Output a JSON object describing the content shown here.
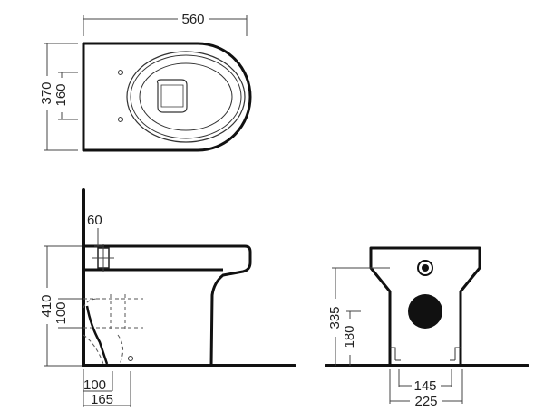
{
  "dimensions": {
    "top_width": "560",
    "top_depth": "370",
    "top_hole_spacing": "160",
    "side_top_thickness": "60",
    "side_height": "410",
    "side_outlet_height": "100",
    "side_outlet_from_wall": "100",
    "side_outlet_depth": "165",
    "front_inlet_height": "335",
    "front_outlet_height": "180",
    "front_feet_inner": "145",
    "front_feet_outer": "225"
  },
  "colors": {
    "line": "#111111",
    "outlet_fill": "#111111",
    "background": "#ffffff"
  }
}
